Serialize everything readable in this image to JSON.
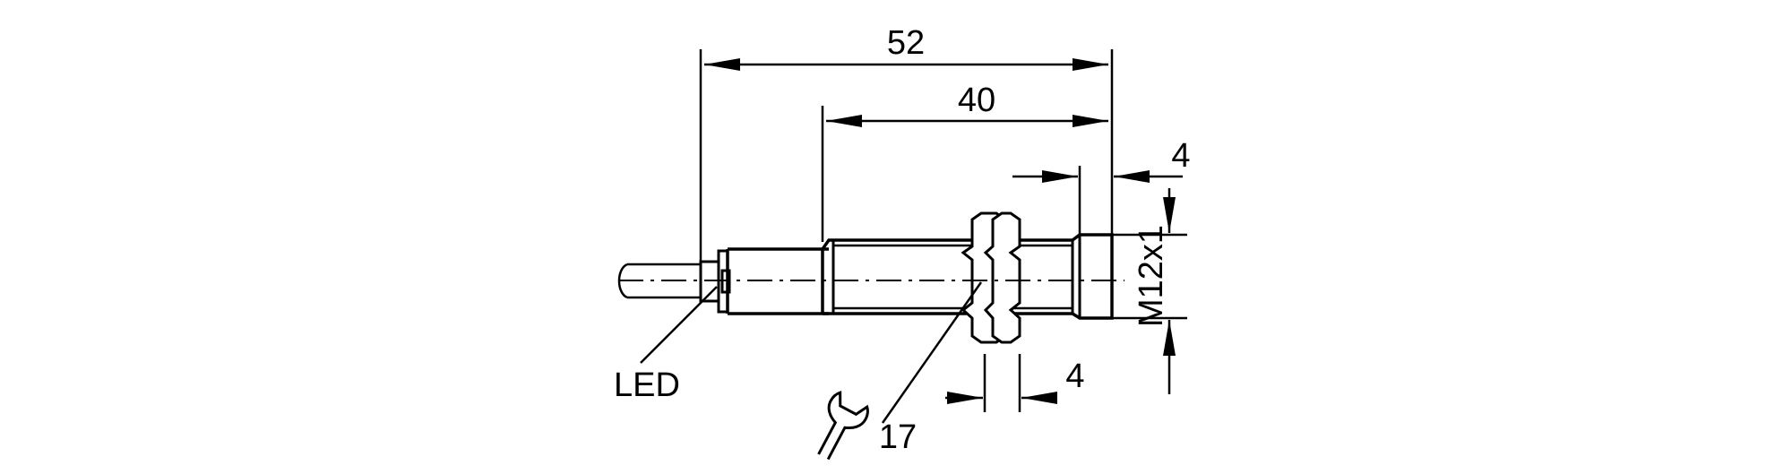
{
  "dimensions": {
    "overall_length": "52",
    "thread_length": "40",
    "sensing_face_offset": "4",
    "nut_thickness": "4",
    "thread_size": "M12x1",
    "wrench_size": "17"
  },
  "labels": {
    "led": "LED"
  },
  "colors": {
    "line": "#000000",
    "background": "#ffffff"
  },
  "icons": {
    "wrench": "wrench-icon"
  }
}
